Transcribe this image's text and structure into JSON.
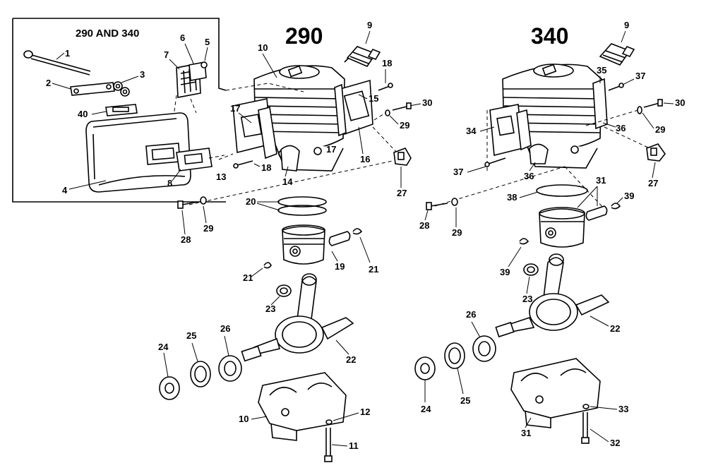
{
  "inset": {
    "title": "290 AND 340"
  },
  "models": {
    "left": "290",
    "right": "340"
  },
  "labels": {
    "l1": "1",
    "l2": "2",
    "l3": "3",
    "l4": "4",
    "l5": "5",
    "l6": "6",
    "l7": "7",
    "l8": "8",
    "l40": "40",
    "l13": "13",
    "a9": "9",
    "a10": "10",
    "a18t": "18",
    "a15": "15",
    "a30": "30",
    "a29": "29",
    "a17a": "17",
    "a17b": "17",
    "a16": "16",
    "a27": "27",
    "a18b": "18",
    "a14": "14",
    "a28": "28",
    "a29b": "29",
    "a20": "20",
    "a19": "19",
    "a21a": "21",
    "a21b": "21",
    "a23": "23",
    "a22": "22",
    "a24": "24",
    "a25": "25",
    "a26": "26",
    "a10b": "10",
    "a12": "12",
    "a11": "11",
    "b9": "9",
    "b35": "35",
    "b37": "37",
    "b30": "30",
    "b34": "34",
    "b36a": "36",
    "b29": "29",
    "b27": "27",
    "b37b": "37",
    "b36b": "36",
    "b31": "31",
    "b38": "38",
    "b39a": "39",
    "b28": "28",
    "b29b": "29",
    "b39b": "39",
    "b23": "23",
    "b26": "26",
    "b22": "22",
    "b24": "24",
    "b25": "25",
    "b31b": "31",
    "b33": "33",
    "b32": "32"
  },
  "colors": {
    "ink": "#000000",
    "paper": "#ffffff"
  }
}
